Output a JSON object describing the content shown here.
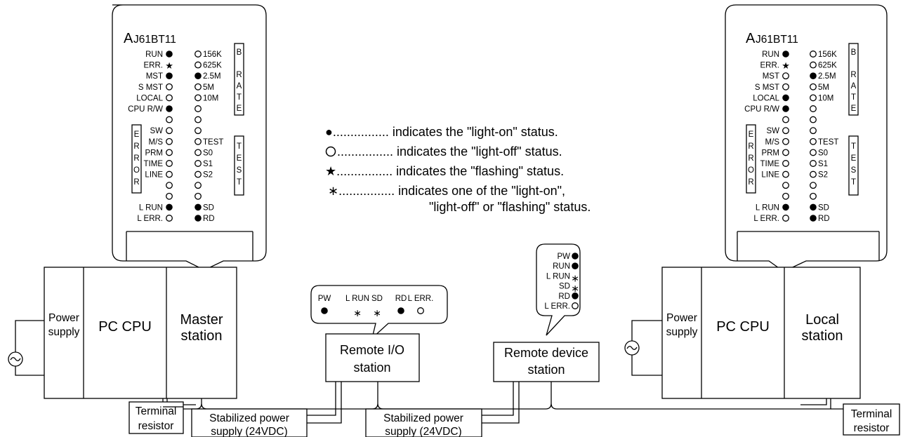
{
  "panels": {
    "master": {
      "title_big": "A",
      "title_small": "J61BT11",
      "left_labels": [
        "RUN",
        "ERR.",
        "MST",
        "S MST",
        "LOCAL",
        "CPU R/W",
        "",
        "SW",
        "M/S",
        "PRM",
        "TIME",
        "LINE",
        "",
        "",
        "L RUN",
        "L ERR."
      ],
      "left_states": [
        "on",
        "flash",
        "on",
        "off",
        "off",
        "on",
        "off",
        "off",
        "off",
        "off",
        "off",
        "off",
        "off",
        "off",
        "on",
        "off"
      ],
      "right_labels": [
        "156K",
        "625K",
        "2.5M",
        "5M",
        "10M",
        "",
        "",
        "",
        "TEST",
        "S0",
        "S1",
        "S2",
        "",
        "",
        "SD",
        "RD"
      ],
      "right_states": [
        "off",
        "off",
        "on",
        "off",
        "off",
        "off",
        "off",
        "off",
        "off",
        "off",
        "off",
        "off",
        "off",
        "off",
        "on",
        "on"
      ]
    },
    "local": {
      "title_big": "A",
      "title_small": "J61BT11",
      "left_labels": [
        "RUN",
        "ERR.",
        "MST",
        "S MST",
        "LOCAL",
        "CPU R/W",
        "",
        "SW",
        "M/S",
        "PRM",
        "TIME",
        "LINE",
        "",
        "",
        "L RUN",
        "L ERR."
      ],
      "left_states": [
        "on",
        "flash",
        "off",
        "off",
        "on",
        "on",
        "off",
        "off",
        "off",
        "off",
        "off",
        "off",
        "off",
        "off",
        "on",
        "off"
      ],
      "right_labels": [
        "156K",
        "625K",
        "2.5M",
        "5M",
        "10M",
        "",
        "",
        "",
        "TEST",
        "S0",
        "S1",
        "S2",
        "",
        "",
        "SD",
        "RD"
      ],
      "right_states": [
        "off",
        "off",
        "on",
        "off",
        "off",
        "off",
        "off",
        "off",
        "off",
        "off",
        "off",
        "off",
        "off",
        "off",
        "on",
        "on"
      ]
    },
    "b_rate_letters": [
      "B",
      "",
      "R",
      "A",
      "T",
      "E"
    ],
    "error_letters": [
      "E",
      "R",
      "R",
      "O",
      "R"
    ],
    "test_letters": [
      "T",
      "E",
      "S",
      "T"
    ]
  },
  "legend": {
    "on_line": "●................ indicates the \"light-on\" status.",
    "off_line": "................ indicates the \"light-off\" status.",
    "flash_line": "★................ indicates the \"flashing\" status.",
    "any_line1": "∗................ indicates one of the \"light-on\",",
    "any_line2": "\"light-off\" or \"flashing\" status."
  },
  "remote_io_callout": {
    "labels": [
      "PW",
      "L RUN",
      "SD",
      "RD",
      "L ERR."
    ],
    "states": [
      "on",
      "any",
      "any",
      "on",
      "off"
    ]
  },
  "remote_device_callout": {
    "labels": [
      "PW",
      "RUN",
      "L RUN",
      "SD",
      "RD",
      "L ERR."
    ],
    "states": [
      "on",
      "on",
      "any",
      "any",
      "on",
      "off"
    ]
  },
  "master_station": {
    "power": [
      "Power",
      "supply"
    ],
    "cpu": "PC CPU",
    "station": [
      "Master",
      "station"
    ]
  },
  "local_station": {
    "power": [
      "Power",
      "supply"
    ],
    "cpu": "PC CPU",
    "station": [
      "Local",
      "station"
    ]
  },
  "remote_io_station": [
    "Remote I/O",
    "station"
  ],
  "remote_device_station": [
    "Remote device",
    "station"
  ],
  "terminal_resistor": [
    "Terminal",
    "resistor"
  ],
  "power_supply_box": [
    "Stabilized power",
    "supply (24VDC)"
  ]
}
